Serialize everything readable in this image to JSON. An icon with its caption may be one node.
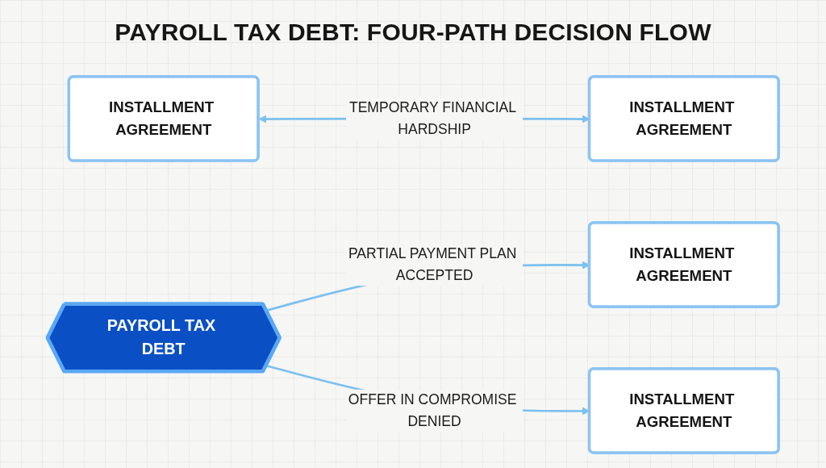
{
  "diagram": {
    "title": "PAYROLL TAX DEBT: FOUR-PATH DECISION FLOW",
    "nodes": [
      {
        "text": [
          "INSTALLMENT AGREEMENT"
        ]
      },
      {
        "text": [
          "INSTALLMENT AGREEMENT"
        ]
      },
      {
        "text": [
          "INSTALLMENT AGREEMENT"
        ]
      },
      {
        "text": [
          "PAYROLL TAX DEBT"
        ]
      },
      {
        "text": [
          "INSTALLMENT AGREEMENT"
        ]
      }
    ],
    "edges": [
      {
        "from": 0,
        "to": 1,
        "arrow": "both",
        "label": "TEMPORARY FINANCIAL HARDSHIP"
      },
      {
        "from": 3,
        "to": 2,
        "arrow": "to",
        "label": "PARTIAL PAYMENT PLAN ACCEPTED"
      },
      {
        "from": 3,
        "to": 4,
        "arrow": "to",
        "label": "OFFER IN COMPROMISE DENIED"
      }
    ]
  }
}
